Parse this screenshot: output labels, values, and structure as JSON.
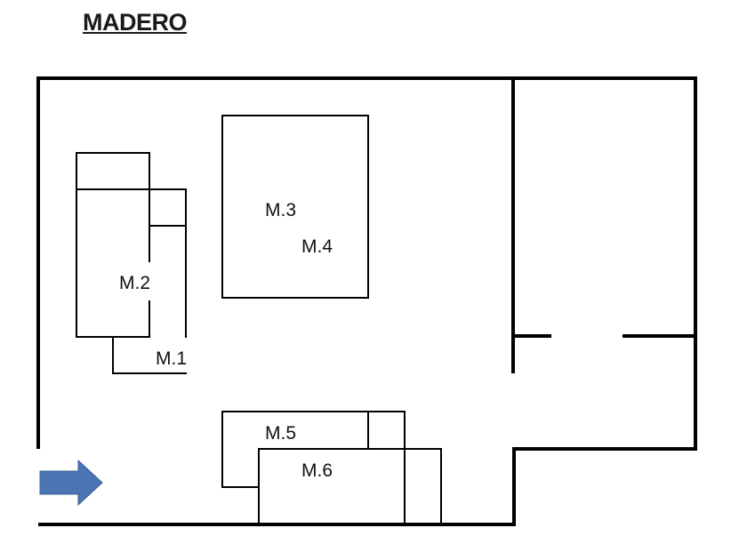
{
  "title": "MADERO",
  "labels": {
    "m1": "M.1",
    "m2": "M.2",
    "m3": "M.3",
    "m4": "M.4",
    "m5": "M.5",
    "m6": "M.6"
  },
  "colors": {
    "arrow": "#4a74b3",
    "walls": "#000000"
  },
  "icons": {
    "entrance": "arrow-right-icon"
  }
}
